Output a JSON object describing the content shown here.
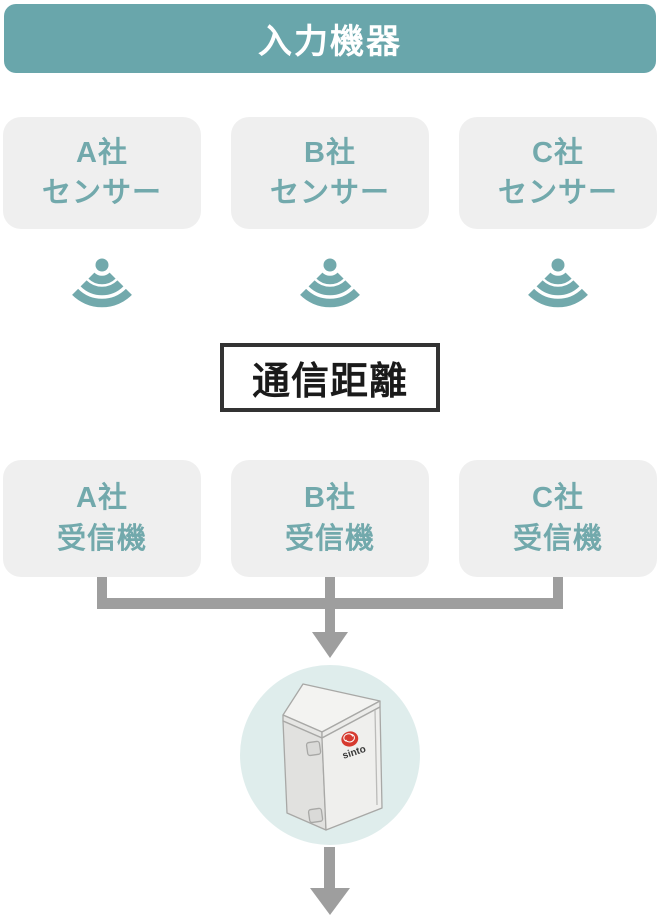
{
  "header": {
    "title": "入力機器"
  },
  "sensor_boxes": [
    {
      "company": "A社",
      "device": "センサー"
    },
    {
      "company": "B社",
      "device": "センサー"
    },
    {
      "company": "C社",
      "device": "センサー"
    }
  ],
  "distance_box": {
    "label": "通信距離"
  },
  "receiver_boxes": [
    {
      "company": "A社",
      "device": "受信機"
    },
    {
      "company": "B社",
      "device": "受信機"
    },
    {
      "company": "C社",
      "device": "受信機"
    }
  ],
  "gateway": {
    "logo_text": "sinto"
  },
  "icons": {
    "wireless": "wireless-signal-icon",
    "merge_arrow": "arrow-down-icon",
    "output_arrow": "arrow-down-icon"
  },
  "colors": {
    "header_teal": "#69A6AB",
    "box_text_teal": "#72A9AC",
    "box_bg": "#EFEFEF",
    "connector_gray": "#9E9E9E",
    "circle_bg": "#DFEDEC",
    "distance_border": "#333333",
    "logo_red": "#D63A2F"
  }
}
